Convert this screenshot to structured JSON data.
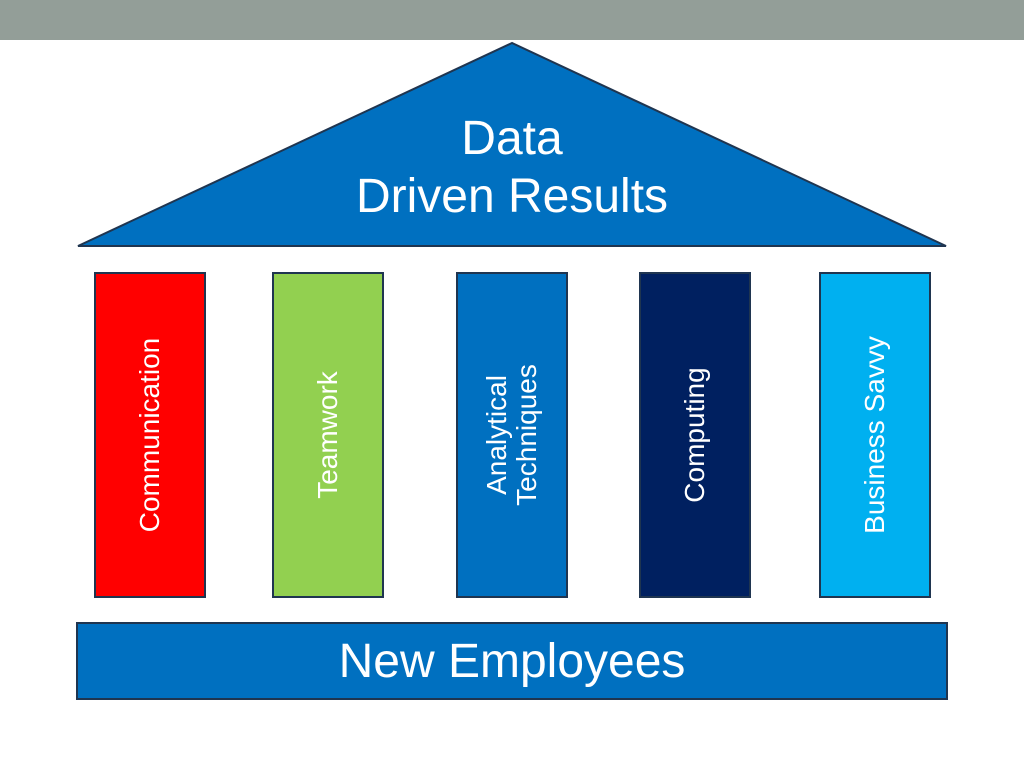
{
  "colors": {
    "top_bar": "#939e98",
    "roof": "#0070c0",
    "base": "#0070c0",
    "outline": "#1f3550"
  },
  "roof": {
    "line1": "Data",
    "line2": "Driven Results"
  },
  "pillars": [
    {
      "lines": [
        "Communication"
      ],
      "color": "#ff0000"
    },
    {
      "lines": [
        "Teamwork"
      ],
      "color": "#92d050"
    },
    {
      "lines": [
        "Analytical",
        "Techniques"
      ],
      "color": "#0070c0"
    },
    {
      "lines": [
        "Computing"
      ],
      "color": "#002060"
    },
    {
      "lines": [
        "Business Savvy"
      ],
      "color": "#00b0f0"
    }
  ],
  "base": {
    "label": "New Employees"
  }
}
